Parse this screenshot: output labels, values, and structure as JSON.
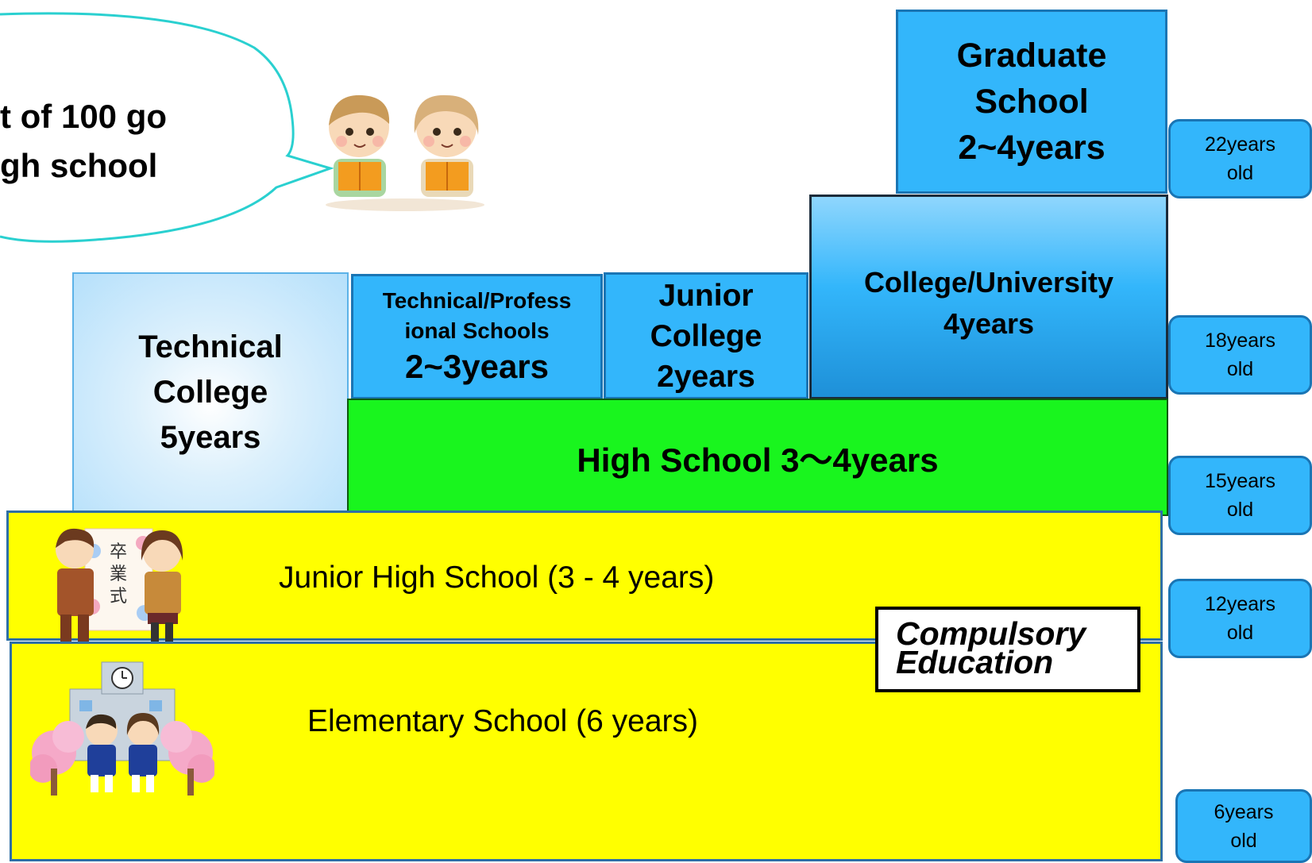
{
  "bubble": {
    "lines": [
      "t of 100 go",
      "gh school"
    ]
  },
  "top_boxes": {
    "graduate": {
      "lines": [
        "Graduate",
        "School",
        "2~4years"
      ]
    },
    "university": {
      "lines": [
        "College/University",
        "4years"
      ]
    },
    "junior_college": {
      "lines": [
        "Junior",
        "College",
        "2years"
      ]
    },
    "technical_professional": {
      "lines": [
        "Technical/Profess",
        "ional Schools",
        "2~3years"
      ]
    },
    "technical_college": {
      "lines": [
        "Technical",
        "College",
        "5years"
      ]
    }
  },
  "high_school": {
    "label": "High School 3～4years"
  },
  "junior_high": {
    "label": "Junior High School (3 - 4 years)"
  },
  "elementary": {
    "label": "Elementary School (6 years)"
  },
  "compulsory": {
    "lines": [
      "Compulsory",
      "Education"
    ]
  },
  "ages": [
    {
      "num": "22years",
      "unit": "old"
    },
    {
      "num": "18years",
      "unit": "old"
    },
    {
      "num": "15years",
      "unit": "old"
    },
    {
      "num": "12years",
      "unit": "old"
    },
    {
      "num": "6years",
      "unit": "old"
    }
  ],
  "colors": {
    "blue": "#33b6fb",
    "green": "#19f51e",
    "yellow": "#ffff00",
    "bubble_border": "#2ad0d0"
  },
  "icons": [
    "children-reading-icon",
    "graduation-students-icon",
    "school-building-students-icon"
  ]
}
